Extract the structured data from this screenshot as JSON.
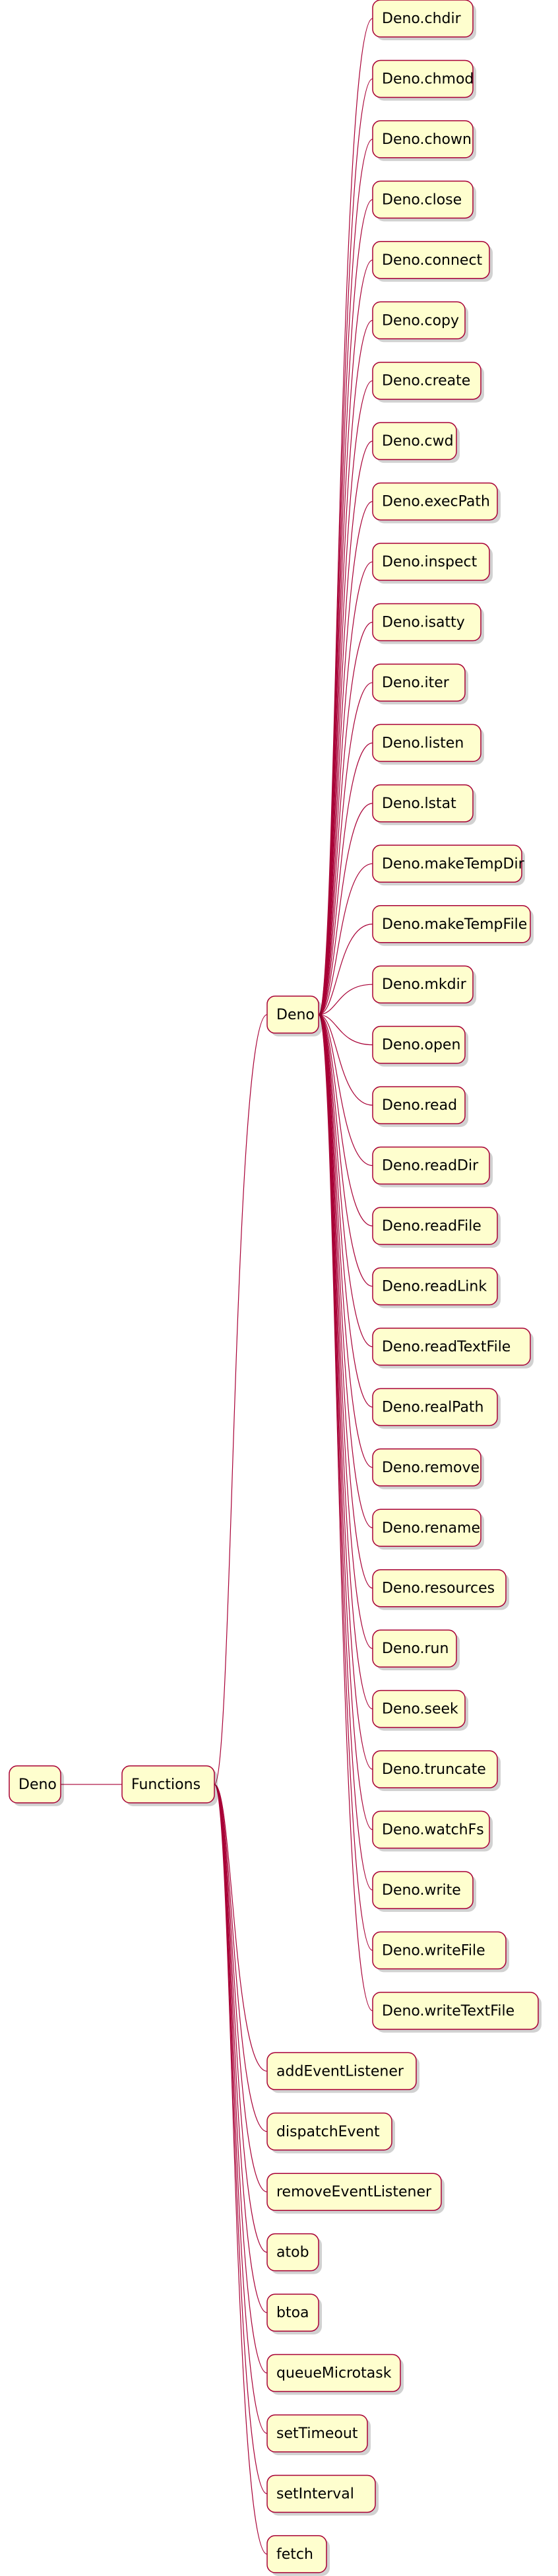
{
  "diagram": {
    "type": "mindmap",
    "colors": {
      "node_fill": "#FEFECE",
      "node_border": "#A80036",
      "edge": "#A80036",
      "text": "#000000"
    },
    "root": {
      "label": "Deno",
      "children": [
        {
          "label": "Functions",
          "children": [
            {
              "label": "Deno",
              "children": [
                {
                  "label": "Deno.chdir"
                },
                {
                  "label": "Deno.chmod"
                },
                {
                  "label": "Deno.chown"
                },
                {
                  "label": "Deno.close"
                },
                {
                  "label": "Deno.connect"
                },
                {
                  "label": "Deno.copy"
                },
                {
                  "label": "Deno.create"
                },
                {
                  "label": "Deno.cwd"
                },
                {
                  "label": "Deno.execPath"
                },
                {
                  "label": "Deno.inspect"
                },
                {
                  "label": "Deno.isatty"
                },
                {
                  "label": "Deno.iter"
                },
                {
                  "label": "Deno.listen"
                },
                {
                  "label": "Deno.lstat"
                },
                {
                  "label": "Deno.makeTempDir"
                },
                {
                  "label": "Deno.makeTempFile"
                },
                {
                  "label": "Deno.mkdir"
                },
                {
                  "label": "Deno.open"
                },
                {
                  "label": "Deno.read"
                },
                {
                  "label": "Deno.readDir"
                },
                {
                  "label": "Deno.readFile"
                },
                {
                  "label": "Deno.readLink"
                },
                {
                  "label": "Deno.readTextFile"
                },
                {
                  "label": "Deno.realPath"
                },
                {
                  "label": "Deno.remove"
                },
                {
                  "label": "Deno.rename"
                },
                {
                  "label": "Deno.resources"
                },
                {
                  "label": "Deno.run"
                },
                {
                  "label": "Deno.seek"
                },
                {
                  "label": "Deno.truncate"
                },
                {
                  "label": "Deno.watchFs"
                },
                {
                  "label": "Deno.write"
                },
                {
                  "label": "Deno.writeFile"
                },
                {
                  "label": "Deno.writeTextFile"
                }
              ]
            },
            {
              "label": "addEventListener"
            },
            {
              "label": "dispatchEvent"
            },
            {
              "label": "removeEventListener"
            },
            {
              "label": "atob"
            },
            {
              "label": "btoa"
            },
            {
              "label": "queueMicrotask"
            },
            {
              "label": "setTimeout"
            },
            {
              "label": "setInterval"
            },
            {
              "label": "fetch"
            }
          ]
        }
      ]
    }
  }
}
